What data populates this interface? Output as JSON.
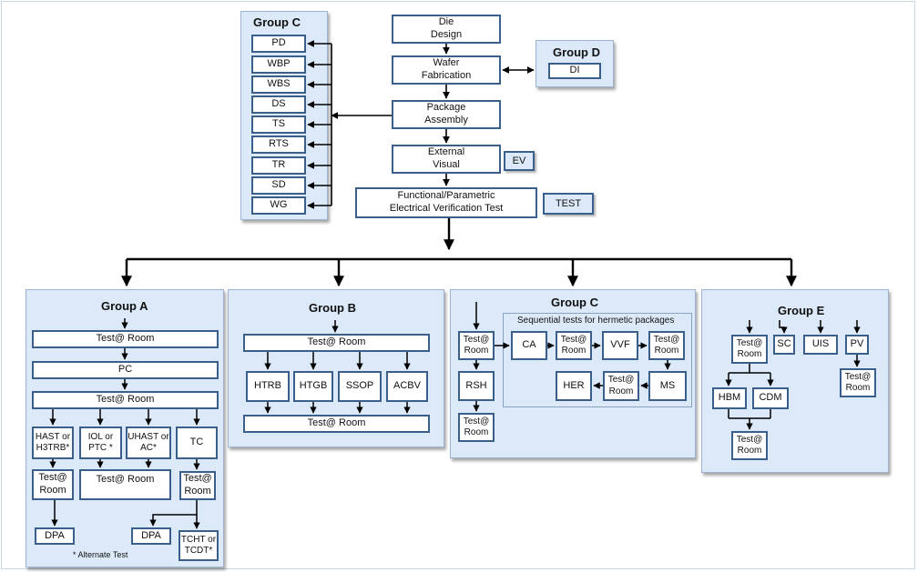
{
  "top": {
    "die_design": "Die\nDesign",
    "wafer_fabrication": "Wafer\nFabrication",
    "package_assembly": "Package\nAssembly",
    "external_visual": "External\nVisual",
    "ev_tag": "EV",
    "functional_test": "Functional/Parametric\nElectrical Verification Test",
    "test_tag": "TEST"
  },
  "group_c_top": {
    "title": "Group C",
    "items": [
      "PD",
      "WBP",
      "WBS",
      "DS",
      "TS",
      "RTS",
      "TR",
      "SD",
      "WG"
    ]
  },
  "group_d": {
    "title": "Group D",
    "item": "DI"
  },
  "group_a": {
    "title": "Group A",
    "test_room_1": "Test@ Room",
    "pc": "PC",
    "test_room_2": "Test@ Room",
    "hast": "HAST or\nH3TRB*",
    "iol": "IOL or\nPTC *",
    "uhast": "UHAST or\nAC*",
    "tc": "TC",
    "test_room_left": "Test@\nRoom",
    "test_room_mid": "Test@ Room",
    "test_room_right": "Test@\nRoom",
    "dpa_left": "DPA",
    "dpa_right": "DPA",
    "tcht": "TCHT or\nTCDT*",
    "note": "* Alternate Test"
  },
  "group_b": {
    "title": "Group B",
    "test_room_top": "Test@ Room",
    "htrb": "HTRB",
    "htgb": "HTGB",
    "ssop": "SSOP",
    "acbv": "ACBV",
    "test_room_bottom": "Test@ Room"
  },
  "group_c_bottom": {
    "title": "Group C",
    "seq_label": "Sequential tests for hermetic packages",
    "test_room_start": "Test@\nRoom",
    "ca": "CA",
    "test_room_a": "Test@\nRoom",
    "vvf": "VVF",
    "test_room_b": "Test@\nRoom",
    "ms": "MS",
    "test_room_c": "Test@\nRoom",
    "her": "HER",
    "rsh": "RSH",
    "test_room_rsh": "Test@\nRoom"
  },
  "group_e": {
    "title": "Group E",
    "test_room_1": "Test@\nRoom",
    "sc": "SC",
    "uis": "UIS",
    "pv": "PV",
    "hbm": "HBM",
    "cdm": "CDM",
    "test_room_2": "Test@\nRoom",
    "test_room_pv": "Test@\nRoom"
  },
  "colors": {
    "box_border": "#3a5f8a",
    "panel_fill": "#dce9f8",
    "connector": "#000000"
  }
}
